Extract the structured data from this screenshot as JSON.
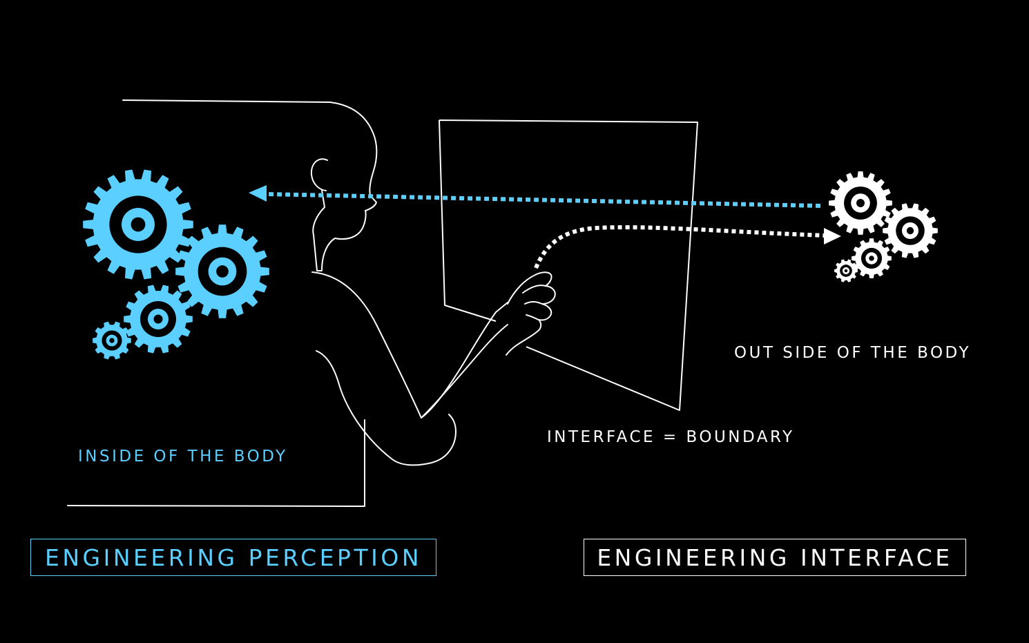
{
  "colors": {
    "background": "#000000",
    "perception_accent": "#5bcfff",
    "interface_accent": "#ffffff"
  },
  "icons": [
    "gear-icon",
    "arrow-left-icon",
    "arrow-right-icon",
    "human-silhouette",
    "screen-panel"
  ],
  "labels": {
    "inside": "INSIDE OF THE BODY",
    "boundary": "INTERFACE = BOUNDARY",
    "outside": "OUT SIDE OF THE BODY"
  },
  "titles": {
    "perception": "ENGINEERING PERCEPTION",
    "interface": "ENGINEERING INTERFACE"
  }
}
